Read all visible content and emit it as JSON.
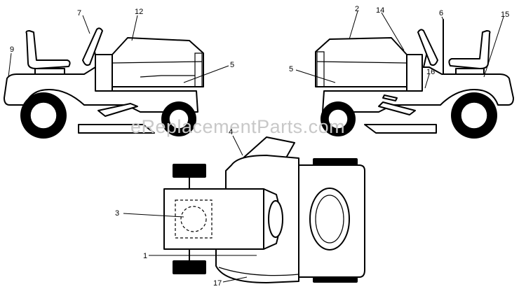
{
  "watermark": "eReplacementParts.com",
  "callouts": {
    "c1": "1",
    "c2": "2",
    "c3": "3",
    "c4": "4",
    "c5_left": "5",
    "c5_right": "5",
    "c6": "6",
    "c7": "7",
    "c9": "9",
    "c12": "12",
    "c14": "14",
    "c15": "15",
    "c16": "16",
    "c17": "17"
  }
}
